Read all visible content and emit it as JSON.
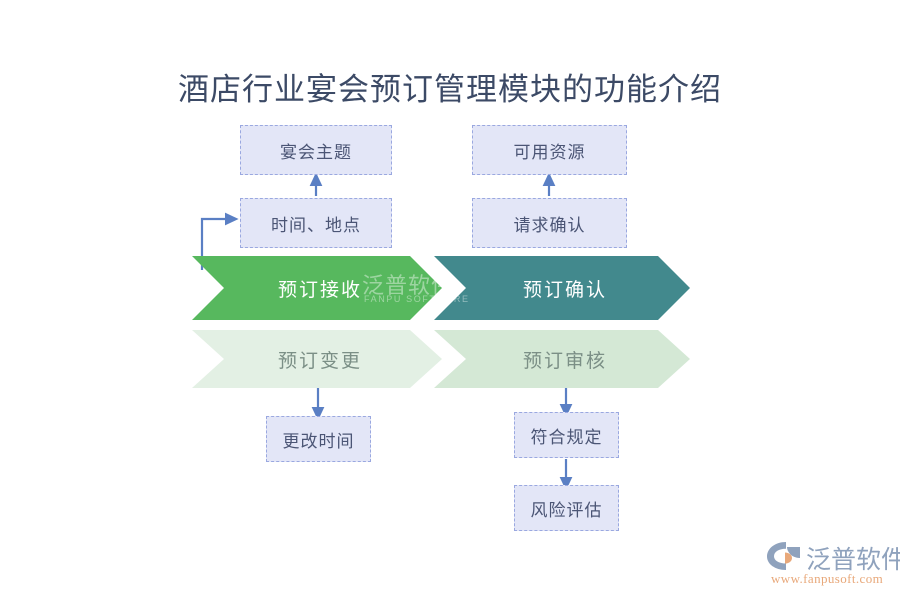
{
  "page": {
    "title": "酒店行业宴会预订管理模块的功能介绍",
    "background": "#ffffff"
  },
  "colors": {
    "title_text": "#3c4a66",
    "box_fill": "#e3e6f7",
    "box_border": "#9aa8e0",
    "box_text": "#4b5575",
    "connector": "#5a7fc4",
    "stage_primary": "#57b85e",
    "stage_secondary": "#42898d",
    "stage_light_1": "#e3f0e4",
    "stage_light_2": "#d4e8d5",
    "stage_light_text": "#7b8f86",
    "logo_text": "#8fa2bd",
    "logo_url": "#e8a87a"
  },
  "stages": {
    "top_row": [
      {
        "label": "预订接收",
        "style": "green"
      },
      {
        "label": "预订确认",
        "style": "teal"
      }
    ],
    "bottom_row": [
      {
        "label": "预订变更",
        "style": "mint1"
      },
      {
        "label": "预订审核",
        "style": "mint2"
      }
    ]
  },
  "boxes": {
    "banquet_theme": "宴会主题",
    "time_place": "时间、地点",
    "available_resource": "可用资源",
    "request_confirm": "请求确认",
    "change_time": "更改时间",
    "meets_rules": "符合规定",
    "risk_assessment": "风险评估"
  },
  "watermark_center": {
    "cn": "泛普软件",
    "en": "FANPU SOFTWARE"
  },
  "logo": {
    "cn": "泛普软件",
    "url": "www.fanpusoft.com"
  }
}
